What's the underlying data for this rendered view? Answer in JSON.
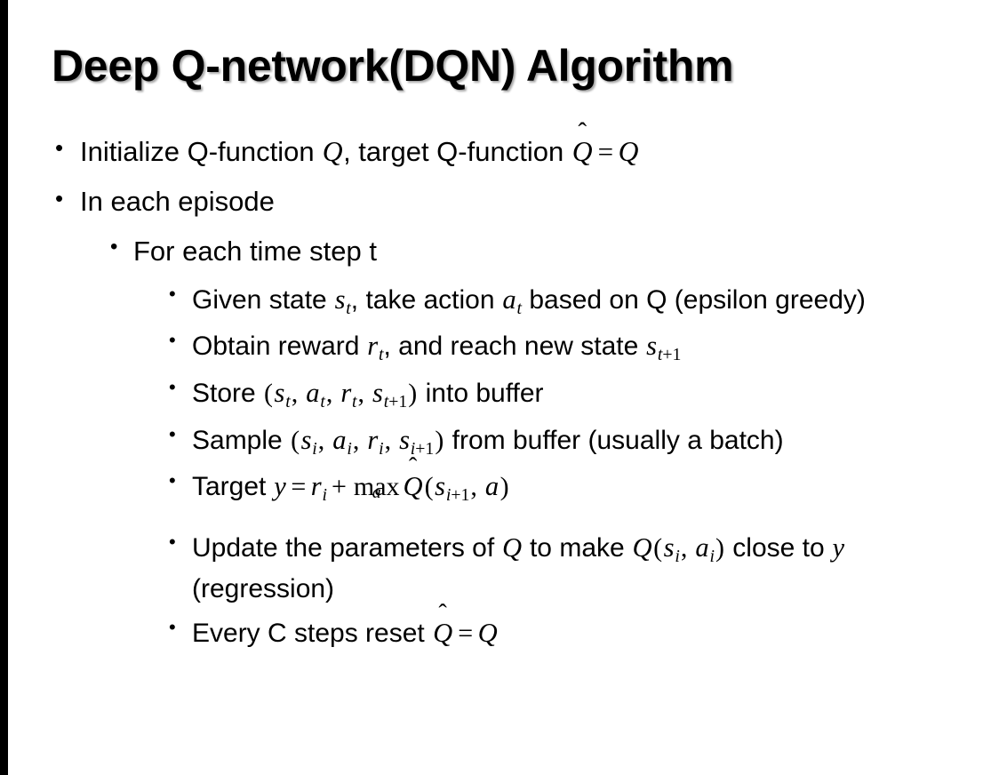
{
  "slide": {
    "title": "Deep Q-network(DQN) Algorithm",
    "bullet_glyph": "•",
    "accent_color": "#000000",
    "background_color": "#ffffff",
    "left_bar_color": "#000000"
  },
  "content": {
    "items": [
      {
        "level": 1,
        "id": "initialize",
        "plain": "Initialize Q-function Q, target Q-function Q̂ = Q",
        "parts": {
          "lead": "Initialize Q-function ",
          "var_q1": "Q",
          "mid": ", target Q-function ",
          "hat_q": "Q",
          "hat_accent": "̂",
          "equals": "=",
          "var_q2": "Q"
        }
      },
      {
        "level": 1,
        "id": "in-each-episode",
        "plain": "In each episode",
        "parts": {
          "lead": "In each episode"
        }
      },
      {
        "level": 2,
        "id": "for-each-time-step",
        "plain": "For each time step t",
        "parts": {
          "lead": "For each time step t"
        }
      },
      {
        "level": 3,
        "id": "given-state",
        "plain": "Given state s_t, take action a_t based on Q (epsilon greedy)",
        "parts": {
          "lead": "Given state ",
          "var_s": "s",
          "sub_s": "t",
          "mid1": ", take action ",
          "var_a": "a",
          "sub_a": "t",
          "tail": " based on Q (epsilon greedy)"
        }
      },
      {
        "level": 3,
        "id": "obtain-reward",
        "plain": "Obtain reward r_t, and reach new state s_t+1",
        "parts": {
          "lead": "Obtain reward ",
          "var_r": "r",
          "sub_r": "t",
          "mid1": ", and reach new state ",
          "var_s": "s",
          "sub_s_base": "t",
          "sub_s_plus": "+1"
        }
      },
      {
        "level": 3,
        "id": "store-transition",
        "plain": "Store (s_t, a_t, r_t, s_t+1) into buffer",
        "parts": {
          "lead": "Store ",
          "open": "(",
          "var_s": "s",
          "sub_s": "t",
          "sep1": ", ",
          "var_a": "a",
          "sub_a": "t",
          "sep2": ", ",
          "var_r": "r",
          "sub_r": "t",
          "sep3": ", ",
          "var_s2": "s",
          "sub_s2_base": "t",
          "sub_s2_plus": "+1",
          "close": ")",
          "tail": " into buffer"
        }
      },
      {
        "level": 3,
        "id": "sample-batch",
        "plain": "Sample (s_i, a_i, r_i, s_i+1) from buffer (usually a batch)",
        "parts": {
          "lead": "Sample ",
          "open": "(",
          "var_s": "s",
          "sub_s": "i",
          "sep1": ", ",
          "var_a": "a",
          "sub_a": "i",
          "sep2": ", ",
          "var_r": "r",
          "sub_r": "i",
          "sep3": ", ",
          "var_s2": "s",
          "sub_s2_base": "i",
          "sub_s2_plus": "+1",
          "close": ")",
          "tail": " from buffer (usually a batch)"
        }
      },
      {
        "level": 3,
        "id": "target-y",
        "plain": "Target y = r_i + max_a Q̂(s_i+1, a)",
        "parts": {
          "lead": "Target ",
          "var_y": "y",
          "equals": "=",
          "var_r": "r",
          "sub_r": "i",
          "plus": "+",
          "max_op": "max",
          "max_under": "a",
          "hat_q": "Q",
          "hat_accent": "̂",
          "open": "(",
          "var_s": "s",
          "sub_s_base": "i",
          "sub_s_plus": "+1",
          "sep": ", ",
          "var_a": "a",
          "close": ")"
        }
      },
      {
        "level": 3,
        "id": "update-parameters",
        "plain": "Update the parameters of Q to make Q(s_i, a_i) close to y (regression)",
        "parts": {
          "lead": "Update the parameters of ",
          "var_q1": "Q",
          "mid1": " to make ",
          "var_q2": "Q",
          "open": "(",
          "var_s": "s",
          "sub_s": "i",
          "sep": ", ",
          "var_a": "a",
          "sub_a": "i",
          "close": ")",
          "mid2": " close to ",
          "var_y": "y",
          "tail": " (regression)"
        }
      },
      {
        "level": 3,
        "id": "reset-target",
        "plain": "Every C steps reset Q̂ = Q",
        "parts": {
          "lead": "Every C steps reset ",
          "hat_q": "Q",
          "hat_accent": "̂",
          "equals": "=",
          "var_q": "Q"
        }
      }
    ]
  }
}
